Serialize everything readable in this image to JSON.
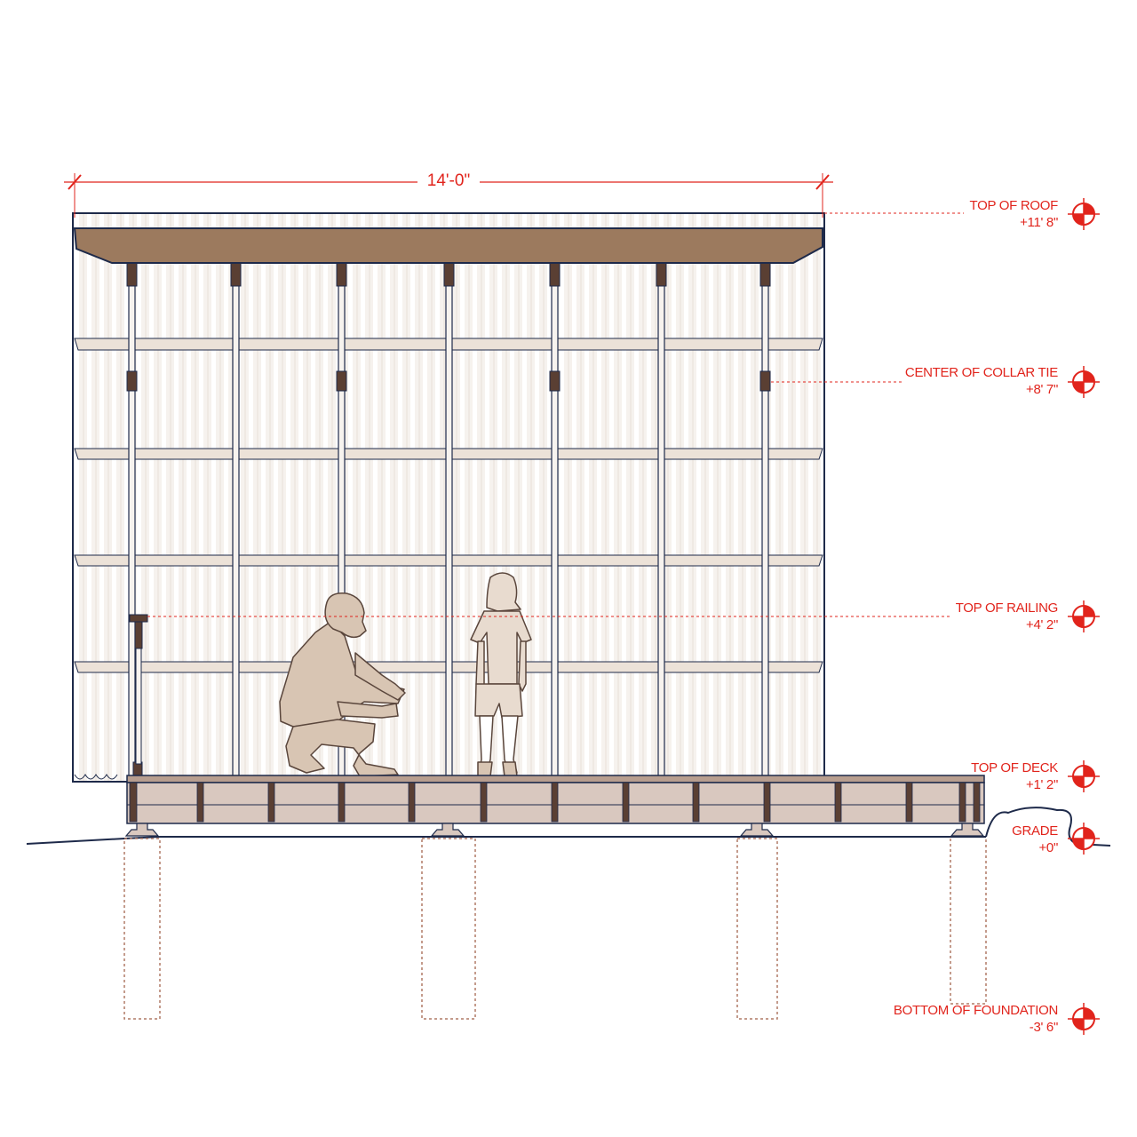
{
  "dimension": {
    "overall_width": "14'-0\""
  },
  "levels": [
    {
      "name": "TOP OF ROOF",
      "elevation": "+11' 8\""
    },
    {
      "name": "CENTER OF COLLAR TIE",
      "elevation": "+8' 7\""
    },
    {
      "name": "TOP OF RAILING",
      "elevation": "+4' 2\""
    },
    {
      "name": "TOP OF DECK",
      "elevation": "+1' 2\""
    },
    {
      "name": "GRADE",
      "elevation": "+0\""
    },
    {
      "name": "BOTTOM OF FOUNDATION",
      "elevation": "-3' 6\""
    }
  ],
  "colors": {
    "annotation": "#e1241c",
    "outline": "#1e2a4a",
    "roof_wood": "#9c7a5e",
    "panel": "#f5f1ec",
    "deck": "#d9c8bf",
    "figure": "#d8c5b3",
    "foundation": "#b07a66"
  }
}
